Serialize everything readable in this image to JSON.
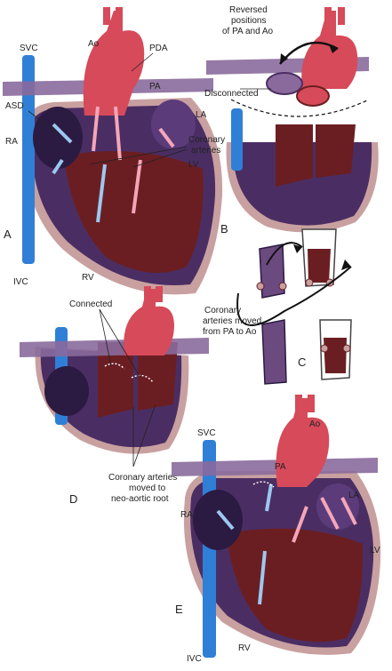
{
  "colors": {
    "vena_cava": "#2f7fd6",
    "aorta": "#d64a5a",
    "pulmonary_artery": "#8a6a9c",
    "chamber_wall": "#4a2e63",
    "myocardium": "#6b1e22",
    "pericardium": "#c9a0a0",
    "oxygenated_flow": "#f4a6b8",
    "deoxygenated_flow": "#9cc8f0"
  },
  "panels": {
    "A": {
      "letter": "A",
      "labels": {
        "svc": "SVC",
        "ao": "Ao",
        "pda": "PDA",
        "pa": "PA",
        "asd": "ASD",
        "la": "LA",
        "ra": "RA",
        "coronary": [
          "Coronary",
          "arteries"
        ],
        "lv": "LV",
        "rv": "RV",
        "ivc": "IVC"
      }
    },
    "B": {
      "letter": "B",
      "labels": {
        "reversed": [
          "Reversed",
          "positions",
          "of PA and Ao"
        ],
        "disconnected": "Disconnected"
      }
    },
    "C": {
      "letter": "C",
      "labels": {
        "moved": [
          "Coronary",
          "arteries moved",
          "from PA to Ao"
        ]
      }
    },
    "D": {
      "letter": "D",
      "labels": {
        "connected": "Connected",
        "moved_root": [
          "Coronary arteries",
          "moved to",
          "neo-aortic root"
        ]
      }
    },
    "E": {
      "letter": "E",
      "labels": {
        "svc": "SVC",
        "ao": "Ao",
        "pa": "PA",
        "la": "LA",
        "ra": "RA",
        "lv": "LV",
        "rv": "RV",
        "ivc": "IVC"
      }
    }
  }
}
